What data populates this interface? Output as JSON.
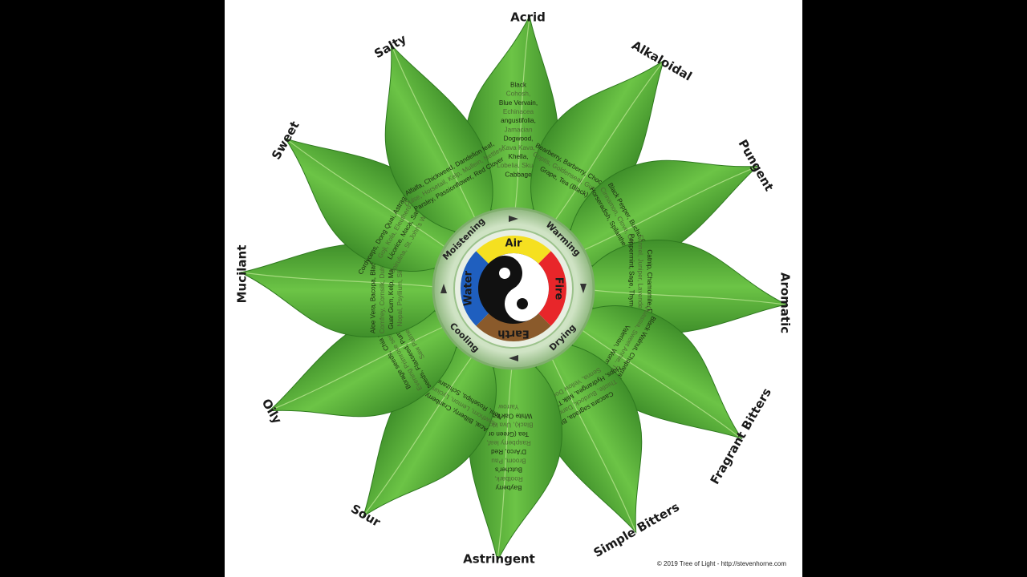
{
  "copyright": "© 2019 Tree of Light - http://stevenhorne.com",
  "petals": [
    {
      "taste": "Acrid",
      "angle": 0,
      "herbs": [
        "Black",
        "Cohosh,",
        "Blue Vervain,",
        "Echinacea",
        "angustifolia,",
        "Jamacian",
        "Dogwood,",
        "Kava Kava,",
        "Khella,",
        "Lobelia, Skunk",
        "Cabbage"
      ]
    },
    {
      "taste": "Alkaloidal",
      "angle": 30,
      "herbs": [
        "Bearberry, Barberry, Chocolate, Coffee,",
        "Coptis, Goldenseal, Guarana, Oregon",
        "Grape, Tea (Black), Yohimbe"
      ]
    },
    {
      "taste": "Pungent",
      "angle": 60,
      "herbs": [
        "Black Pepper, Buchu, Capsicum,",
        "Cinnamon, Clove, Garlic, Ginger,",
        "Horseradish, Spilanthes, Watercress"
      ]
    },
    {
      "taste": "Aromatic",
      "angle": 90,
      "herbs": [
        "Catnip, Chamomile, Damiana,",
        "Fennel, Juniper, Lavender, Lemon balm,",
        "Peppermint, Sage, Thyme, Wood Betony"
      ]
    },
    {
      "taste": "Fragrant Bitters",
      "angle": 120,
      "herbs": [
        "Black Walnut, Chaparral, Mugwort,",
        "Quassia, Sweet Annie, Thuja, Turmeric,",
        "Valerian, Wormwood"
      ]
    },
    {
      "taste": "Simple Bitters",
      "angle": 150,
      "herbs": [
        "Cascara sagrada, Blessed",
        "Thistle, Burdock, Dandelion root,",
        "Hops, Hydrangea, Milk Thistle, Gentian,",
        "Senna, Yellow Dock, Yucca"
      ]
    },
    {
      "taste": "Astringent",
      "angle": 180,
      "herbs": [
        "Bayberry",
        "Rootbark,",
        "Butcher's",
        "Broom, Pau",
        "D'Arco, Red",
        "Raspberry leaf,",
        "Tea (Green or",
        "Black), Uva Ursi,",
        "White Oak bark,",
        "Yarrow"
      ]
    },
    {
      "taste": "Sour",
      "angle": 210,
      "herbs": [
        "Acai, Bilberry, Cranberry, Elderberry,",
        "Hawthorn, Lemon, Lycium, Mangosteen,",
        "Noni, Rosehips, Schizandra, Wild Cherry"
      ]
    },
    {
      "taste": "Oily",
      "angle": 240,
      "herbs": [
        "Borage seeds, Chia seeds,",
        "Evening Primrose seeds, Hemp",
        "seeds, Flaxseed, Pumpkin seeds,",
        "Saw Palmetto"
      ]
    },
    {
      "taste": "Mucilant",
      "angle": 270,
      "herbs": [
        "Aloe Vera, Bacopa, Bladderwrack,",
        "Comfrey, Cornsilk, Dulse, Fritillary,",
        "Guar Gum, Kelp, Marshmallow,",
        "Nopal, Psyllium, Slippery Elm"
      ]
    },
    {
      "taste": "Sweet",
      "angle": 300,
      "herbs": [
        "Cordyceps, Dong Quai, Astragalus, Bee Pollen,",
        "Goji, Kola, Eleuthero, Ginseng,",
        "Licorice, Maca, Sarsaparilla,",
        "Spirulina, St. John's Wort, Wild Yam"
      ]
    },
    {
      "taste": "Salty",
      "angle": 330,
      "herbs": [
        "Alfalfa, Chickweed, Dandelion leaf,",
        "Dulse, Horsetail, Kelp, Mullein, Nettles,",
        "Parsley, Passionflower, Red Clover"
      ]
    }
  ],
  "ring": {
    "labels": [
      "Moistening",
      "Warming",
      "Drying",
      "Cooling"
    ]
  },
  "elements": {
    "air": "Air",
    "fire": "Fire",
    "earth": "Earth",
    "water": "Water"
  },
  "colors": {
    "leaf_dark": "#3f8f2a",
    "leaf_mid": "#5bb53b",
    "leaf_light": "#8fd45e",
    "ring": "#a8c99a",
    "air": "#f5e020",
    "fire": "#e8262a",
    "earth": "#8a5a2b",
    "water": "#1f5fbf"
  }
}
